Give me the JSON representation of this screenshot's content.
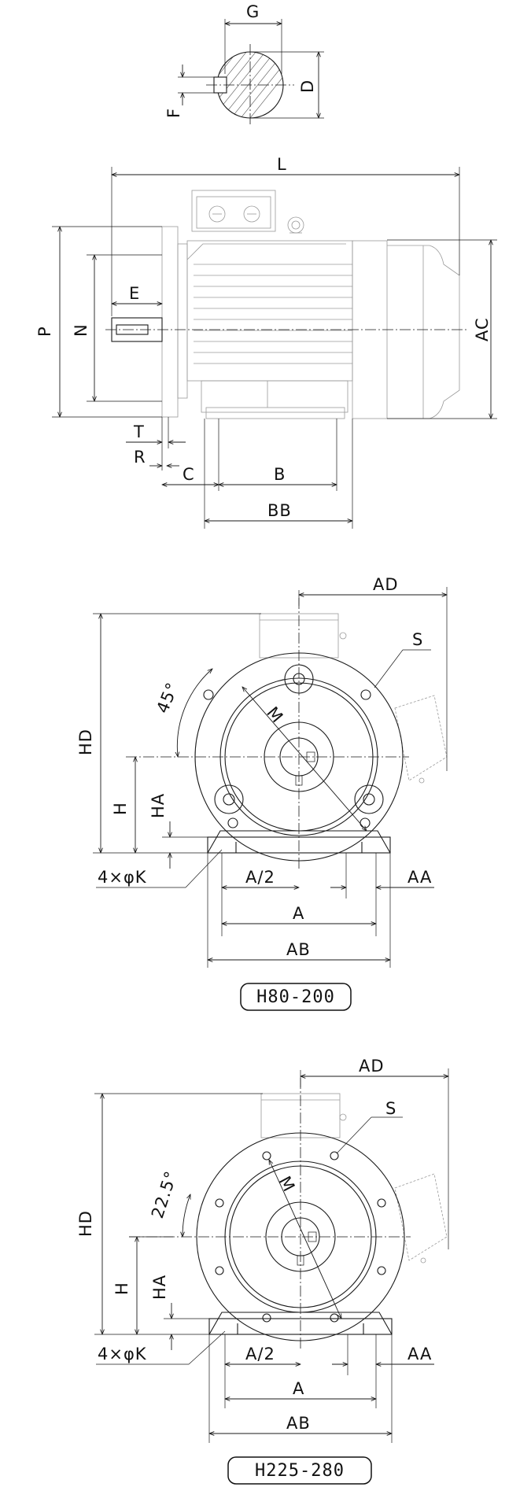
{
  "shaft_section": {
    "labels": {
      "G": "G",
      "D": "D",
      "F": "F"
    }
  },
  "side_view": {
    "labels": {
      "L": "L",
      "E": "E",
      "P": "P",
      "N": "N",
      "AC": "AC",
      "T": "T",
      "R": "R",
      "C": "C",
      "B": "B",
      "BB": "BB"
    }
  },
  "front_view_small": {
    "labels": {
      "AD": "AD",
      "S": "S",
      "angle": "45°",
      "M": "M",
      "HD": "HD",
      "H": "H",
      "HA": "HA",
      "K": "4×φK",
      "A_half": "A/2",
      "AA": "AA",
      "A": "A",
      "AB": "AB"
    },
    "model_range": "H80-200"
  },
  "front_view_large": {
    "labels": {
      "AD": "AD",
      "S": "S",
      "angle": "22.5°",
      "M": "M",
      "HD": "HD",
      "H": "H",
      "HA": "HA",
      "K": "4×φK",
      "A_half": "A/2",
      "AA": "AA",
      "A": "A",
      "AB": "AB"
    },
    "model_range": "H225-280"
  }
}
